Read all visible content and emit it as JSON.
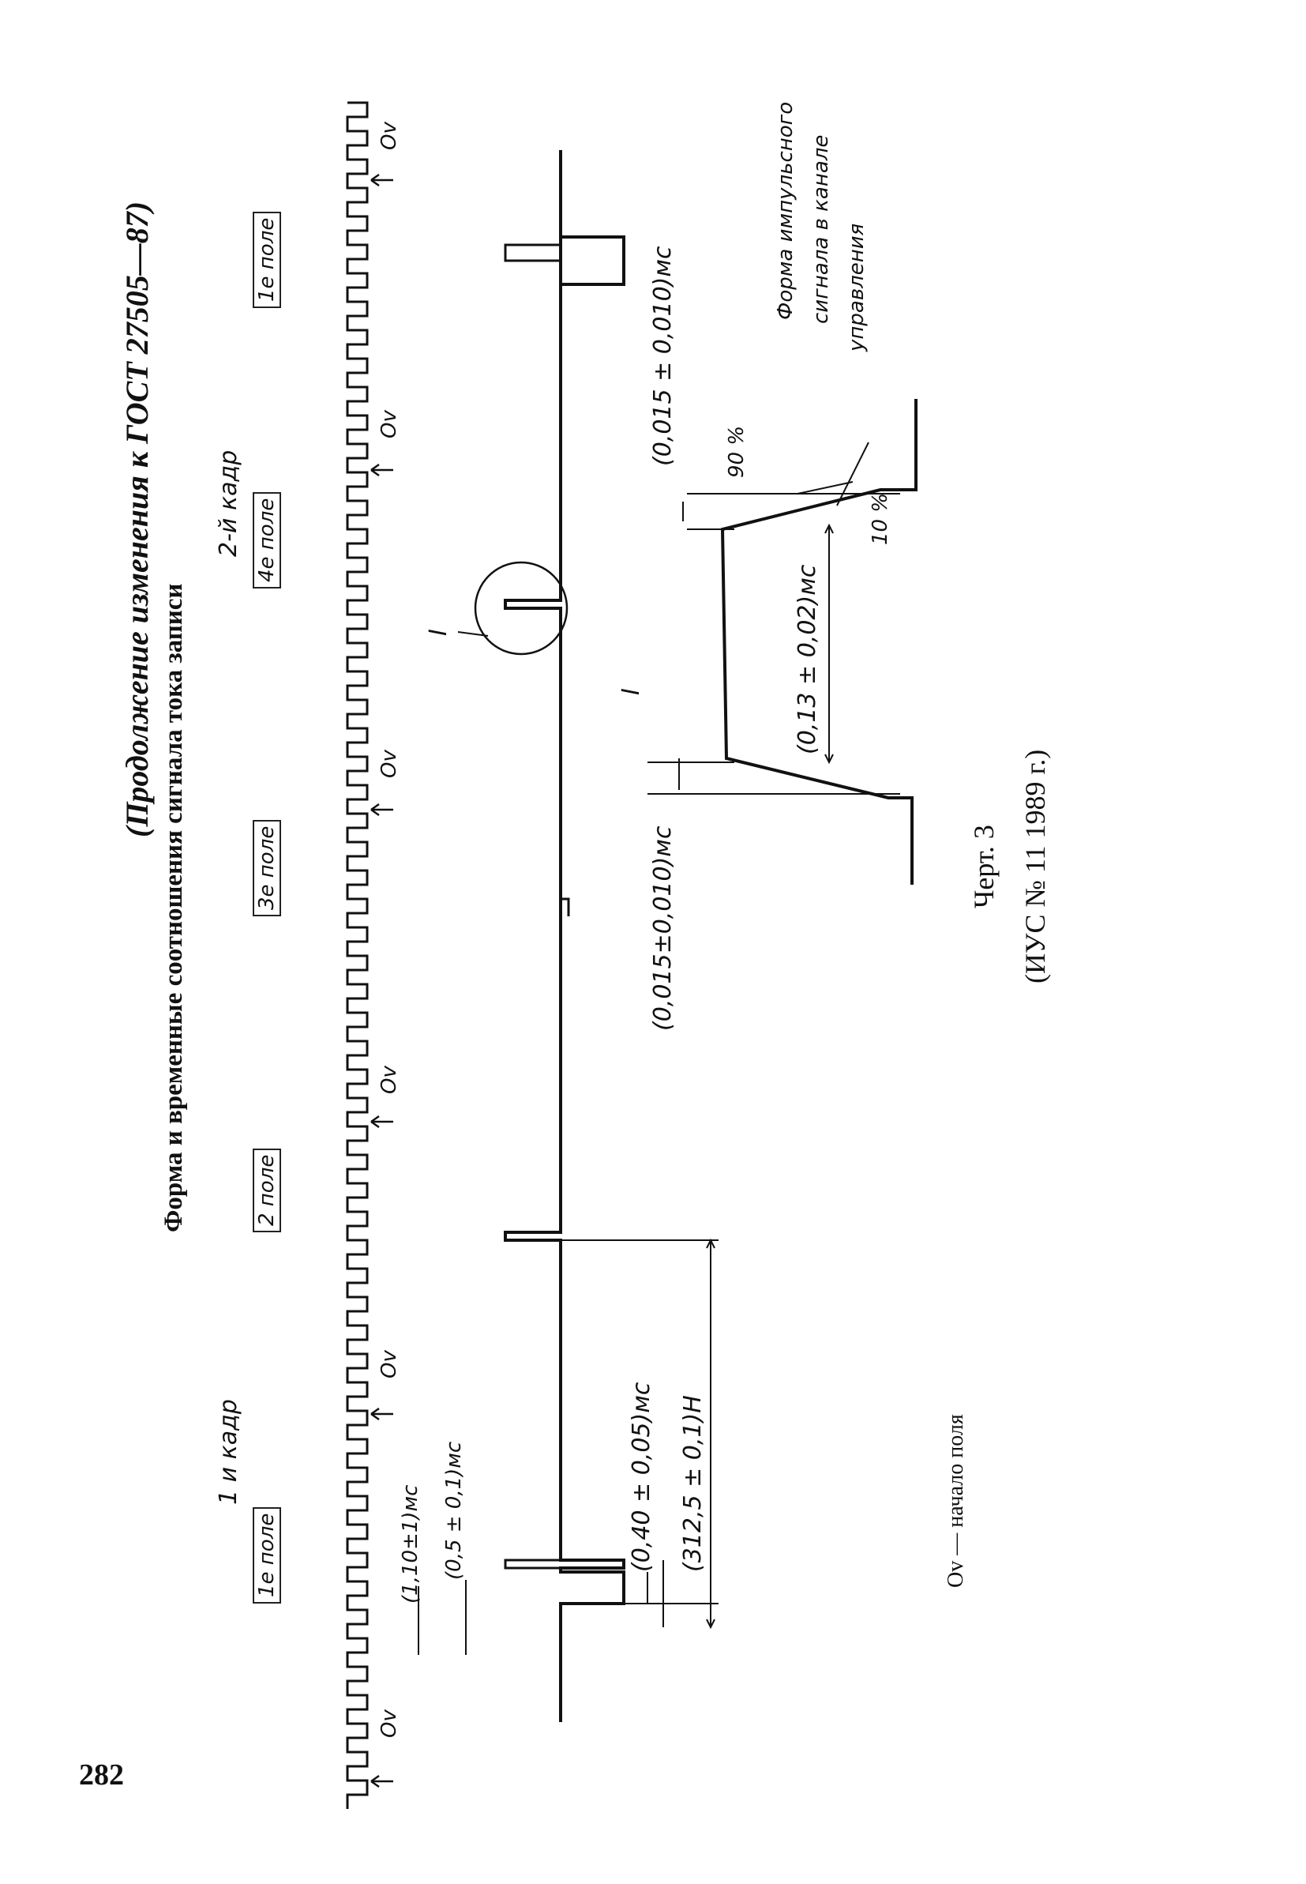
{
  "page_number": "282",
  "header": "(Продолжение изменения к ГОСТ 27505—87)",
  "title": "Форма и временные соотношения сигнала тока записи",
  "frames": {
    "frame_1": "1 и кадр",
    "frame_2": "2-й кадр"
  },
  "fields": {
    "field_1": "1е поле",
    "field_2": "2 поле",
    "field_3": "3е поле",
    "field_4": "4е поле",
    "field_1_next": "1е поле"
  },
  "markers": {
    "ov_1": "Ov",
    "ov_2": "Ov",
    "ov_3": "Ov",
    "ov_4": "Ov",
    "ov_5": "Ov",
    "ov_6": "Ov"
  },
  "dimensions": {
    "d1": "(1,10±1)мс",
    "d2": "(0,5 ± 0,1)мс",
    "d3": "(0,40 ± 0,05)мс",
    "d4": "(312,5 ± 0,1)Н",
    "d5": "(0,015±0,010)мс",
    "d6": "(0,13 ± 0,02)мс",
    "d7": "(0,015 ± 0,010)мс"
  },
  "detail": {
    "callout_label": "I",
    "detail_label": "I",
    "pct_90": "90 %",
    "pct_10": "10 %",
    "pulse_note_1": "Форма импульсного",
    "pulse_note_2": "сигнала в канале",
    "pulse_note_3": "управления"
  },
  "caption": {
    "line1": "Черт. 3",
    "line2": "(ИУС № 11 1989 г.)"
  },
  "legend": "Ov — начало поля"
}
